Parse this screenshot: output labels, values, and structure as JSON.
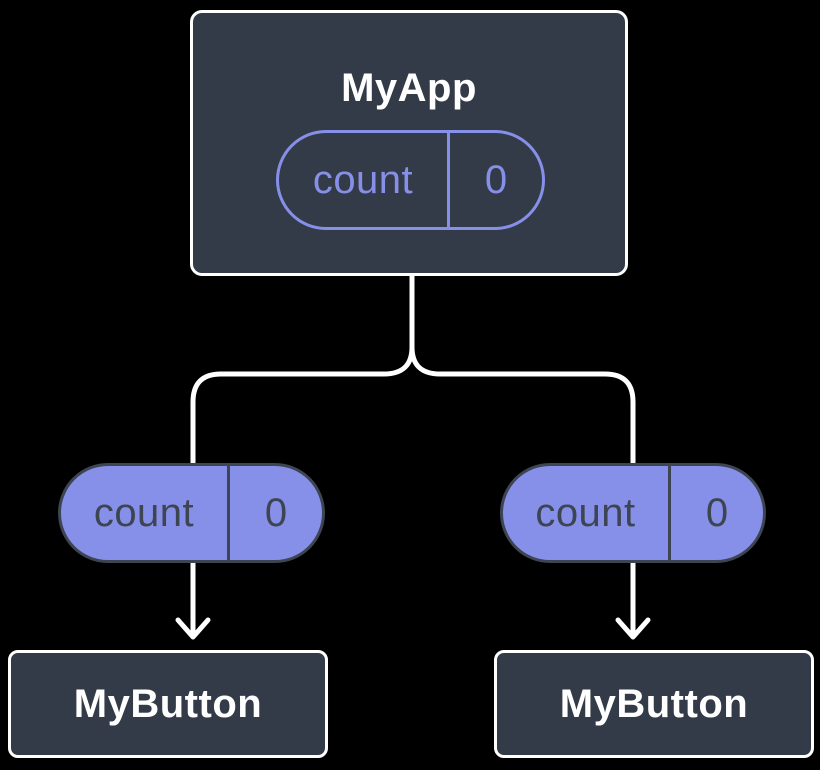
{
  "diagram": {
    "type": "component-tree",
    "colors": {
      "background": "#000000",
      "node_fill": "#343b48",
      "node_border": "#ffffff",
      "accent_purple": "#8790e8",
      "pill_dark": "#3d4452",
      "connector": "#ffffff"
    },
    "root": {
      "label": "MyApp",
      "state": {
        "name": "count",
        "value": "0"
      }
    },
    "children": [
      {
        "label": "MyButton",
        "prop": {
          "name": "count",
          "value": "0"
        }
      },
      {
        "label": "MyButton",
        "prop": {
          "name": "count",
          "value": "0"
        }
      }
    ]
  }
}
